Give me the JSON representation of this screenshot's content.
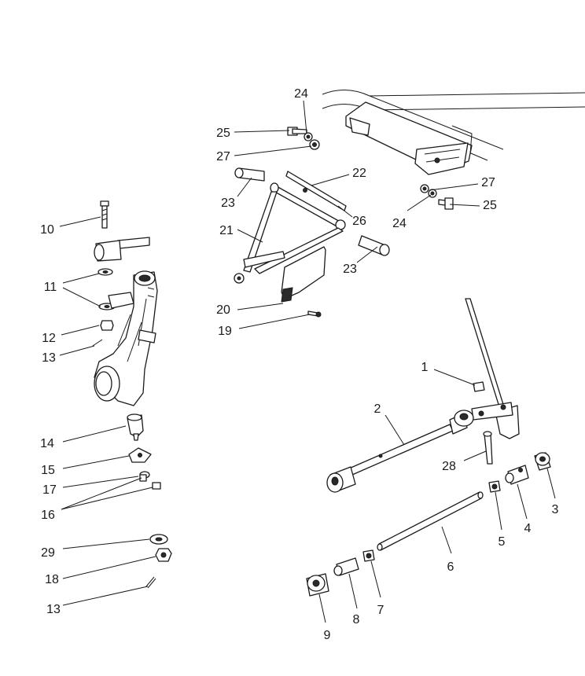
{
  "diagram": {
    "callouts": [
      {
        "label": "24"
      },
      {
        "label": "25"
      },
      {
        "label": "27"
      },
      {
        "label": "22"
      },
      {
        "label": "23"
      },
      {
        "label": "26"
      },
      {
        "label": "27"
      },
      {
        "label": "24"
      },
      {
        "label": "25"
      },
      {
        "label": "21"
      },
      {
        "label": "23"
      },
      {
        "label": "20"
      },
      {
        "label": "19"
      },
      {
        "label": "10"
      },
      {
        "label": "11"
      },
      {
        "label": "12"
      },
      {
        "label": "13"
      },
      {
        "label": "1"
      },
      {
        "label": "2"
      },
      {
        "label": "14"
      },
      {
        "label": "15"
      },
      {
        "label": "28"
      },
      {
        "label": "17"
      },
      {
        "label": "16"
      },
      {
        "label": "3"
      },
      {
        "label": "4"
      },
      {
        "label": "5"
      },
      {
        "label": "29"
      },
      {
        "label": "6"
      },
      {
        "label": "18"
      },
      {
        "label": "7"
      },
      {
        "label": "13"
      },
      {
        "label": "8"
      },
      {
        "label": "9"
      }
    ]
  }
}
